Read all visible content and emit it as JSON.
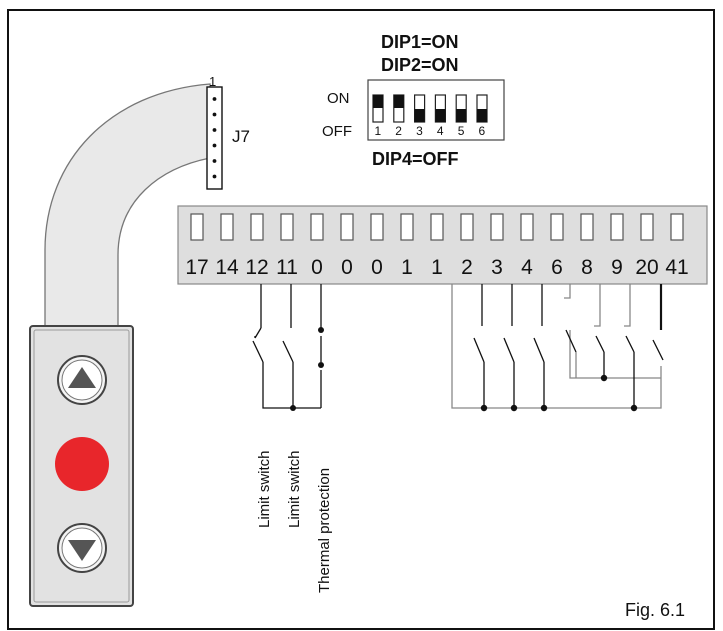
{
  "dip": {
    "title_line1": "DIP1=ON",
    "title_line2": "DIP2=ON",
    "bottom_label": "DIP4=OFF",
    "on_label": "ON",
    "off_label": "OFF",
    "switches": [
      {
        "number": "1",
        "state": "on"
      },
      {
        "number": "2",
        "state": "on"
      },
      {
        "number": "3",
        "state": "off"
      },
      {
        "number": "4",
        "state": "off"
      },
      {
        "number": "5",
        "state": "off"
      },
      {
        "number": "6",
        "state": "off"
      }
    ]
  },
  "connector": {
    "name": "J7",
    "pin_label": "1",
    "pin_count": 6
  },
  "terminals": [
    "17",
    "14",
    "12",
    "11",
    "0",
    "0",
    "0",
    "1",
    "1",
    "2",
    "3",
    "4",
    "6",
    "8",
    "9",
    "20",
    "41"
  ],
  "wiring_labels": [
    "Limit switch",
    "Limit switch",
    "Thermal protection"
  ],
  "pendant": {
    "buttons": [
      {
        "name": "up-button",
        "symbol": "up"
      },
      {
        "name": "stop-button",
        "symbol": "stop",
        "color": "#e8262b"
      },
      {
        "name": "down-button",
        "symbol": "down"
      }
    ],
    "body_color": "#e2e2e2"
  },
  "figure_label": "Fig. 6.1",
  "colors": {
    "line": "#111111",
    "board": "#dedede",
    "stop_red": "#e8262b"
  }
}
